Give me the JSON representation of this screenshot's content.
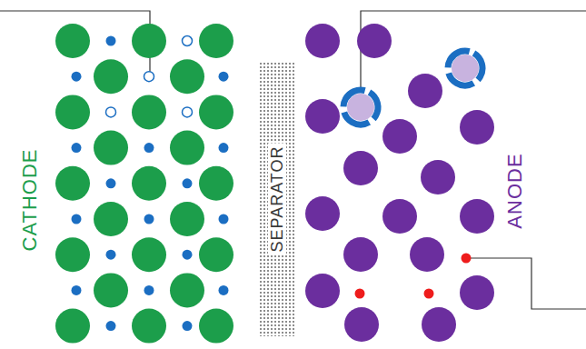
{
  "diagram": {
    "nodes": [
      {
        "text": [
          "SEPARATOR"
        ]
      }
    ],
    "labels": [
      "CATHODE",
      "ANODE"
    ]
  }
}
